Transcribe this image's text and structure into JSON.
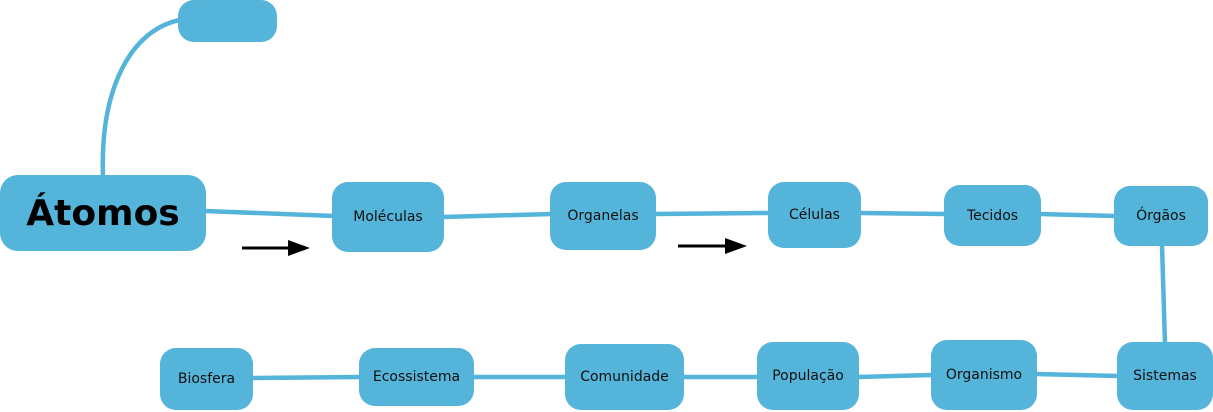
{
  "colors": {
    "node": "#55b4da",
    "line": "#55b4da",
    "arrow": "#000000"
  },
  "root": {
    "label": "Átomos"
  },
  "empty_node": {
    "label": ""
  },
  "nodes": [
    "Moléculas",
    "Organelas",
    "Células",
    "Tecidos",
    "Órgãos",
    "Sistemas",
    "Organismo",
    "População",
    "Comunidade",
    "Ecossistema",
    "Biosfera"
  ]
}
